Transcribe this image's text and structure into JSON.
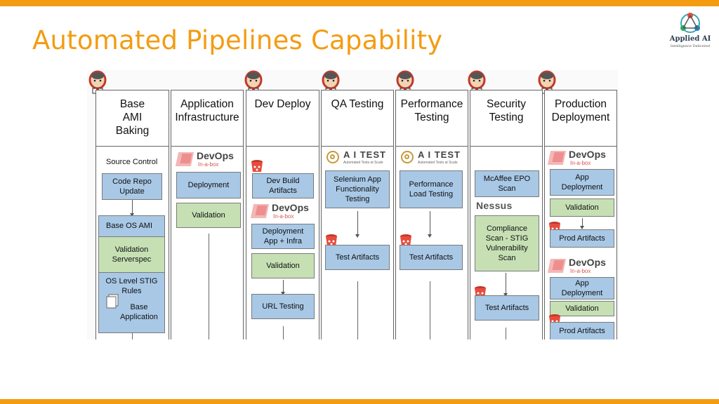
{
  "slide": {
    "title": "Automated Pipelines Capability",
    "logo_title": "Applied AI",
    "logo_subtitle": "Intelligence Delivered"
  },
  "diagram": {
    "lanes": [
      {
        "title": "Base\nAMI\nBaking"
      },
      {
        "title": "Application\nInfrastructure"
      },
      {
        "title": "Dev Deploy"
      },
      {
        "title": "QA Testing"
      },
      {
        "title": "Performance\nTesting"
      },
      {
        "title": "Security\nTesting"
      },
      {
        "title": "Production\nDeployment"
      }
    ],
    "base_ami": {
      "source_control": "Source Control",
      "code_repo": "Code Repo\nUpdate",
      "base_os": "Base OS AMI",
      "validation": "Validation\nServerspec",
      "stig_rules": "OS Level STIG\nRules",
      "base_app": "Base\nApplication"
    },
    "app_infra": {
      "deployment": "Deployment",
      "validation": "Validation"
    },
    "dev_deploy": {
      "build_artifacts": "Dev Build\nArtifacts",
      "deploy_app": "Deployment\nApp + Infra",
      "validation": "Validation",
      "url_testing": "URL Testing"
    },
    "qa": {
      "selenium": "Selenium App\nFunctionality\nTesting",
      "artifacts": "Test Artifacts"
    },
    "perf": {
      "load": "Performance\nLoad  Testing",
      "artifacts": "Test Artifacts"
    },
    "security": {
      "mcafee": "McAffee EPO\nScan",
      "nessus": "Nessus",
      "compliance": "Compliance\nScan - STIG\nVulnerability\nScan",
      "artifacts": "Test Artifacts"
    },
    "prod": {
      "app_deploy_1": "App\nDeployment",
      "validation_1": "Validation",
      "prod_artifacts_1": "Prod Artifacts",
      "app_deploy_2": "App\nDeployment",
      "validation_2": "Validation",
      "prod_artifacts_2": "Prod Artifacts"
    },
    "devops_logo": {
      "name": "DevOps",
      "tagline": "In-a-box"
    },
    "aitest_logo": {
      "name": "A I TEST",
      "tagline": "Automated Tests at Scale"
    }
  },
  "colors": {
    "accent": "#f39c12",
    "task_blue": "#a8c8e6",
    "validation_green": "#c6e0b4"
  },
  "icons": [
    "jenkins-icon",
    "bucket-icon",
    "documents-icon",
    "devops-logo",
    "aitest-logo"
  ]
}
